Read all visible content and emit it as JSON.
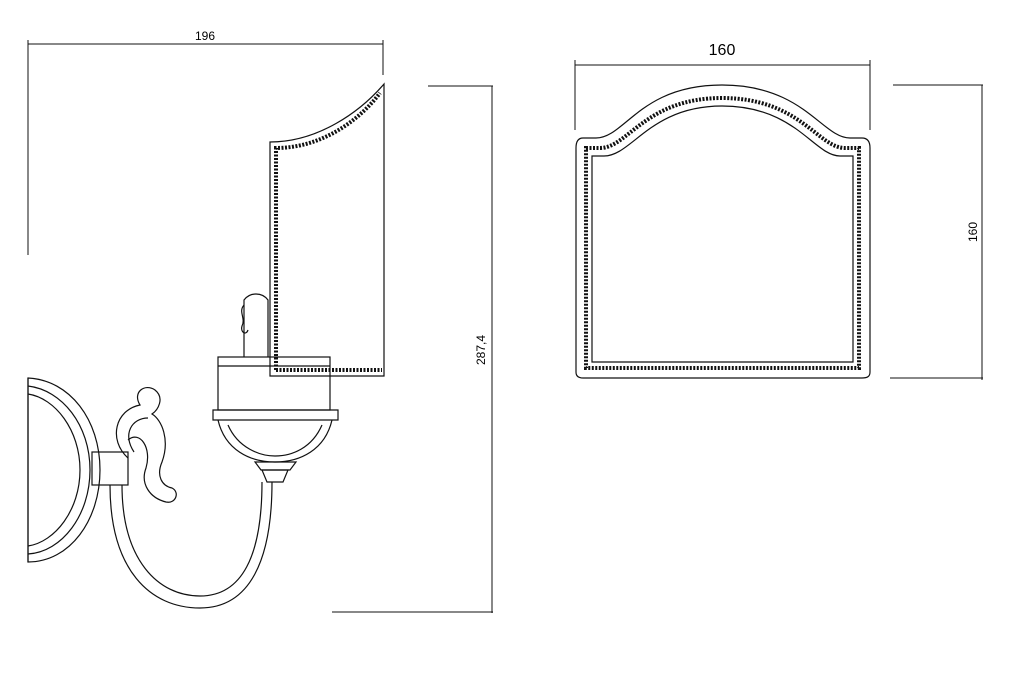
{
  "dimensions": {
    "side_width": "196",
    "side_height": "287,4",
    "front_width": "160",
    "front_height": "160"
  }
}
